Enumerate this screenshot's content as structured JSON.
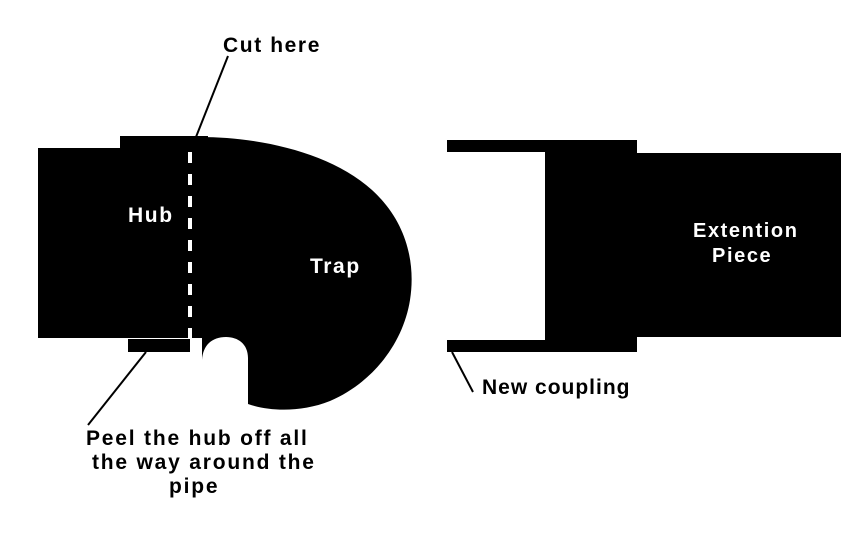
{
  "figure": {
    "title_present": false,
    "background_color": "#ffffff",
    "ink_color": "#000000",
    "reverse_text_color": "#ffffff"
  },
  "left_assembly": {
    "name": "trap-with-hub",
    "labels": {
      "hub": "Hub",
      "trap": "Trap"
    },
    "callouts": {
      "cut_here": "Cut here",
      "peel_line1": "Peel the hub off all",
      "peel_line2": "the way around the",
      "peel_line3": "pipe"
    }
  },
  "right_assembly": {
    "name": "extension-piece-with-coupling",
    "labels": {
      "extension_line1": "Extention",
      "extension_line2": "Piece"
    },
    "callouts": {
      "new_coupling": "New coupling"
    }
  }
}
